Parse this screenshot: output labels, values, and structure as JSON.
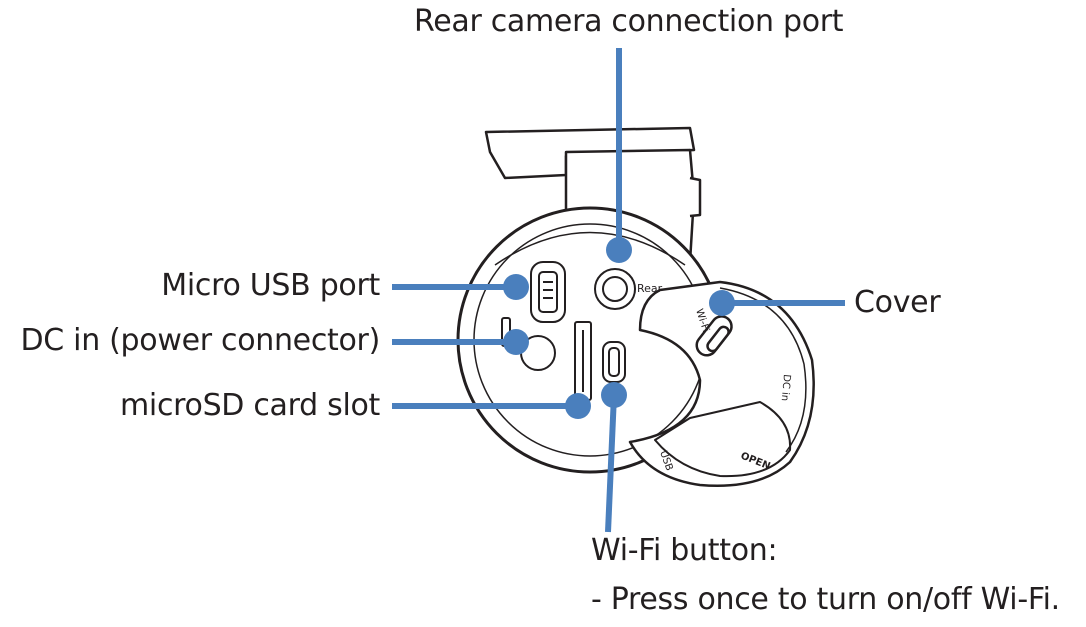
{
  "labels": {
    "rear_port": "Rear camera connection port",
    "micro_usb": "Micro USB port",
    "dc_in": "DC in (power connector)",
    "microsd": "microSD card slot",
    "cover": "Cover",
    "wifi_button": "Wi-Fi  button:",
    "wifi_note": "-  Press once to turn on/off Wi-Fi."
  },
  "device_text": {
    "rear": "Rear",
    "wifi": "Wi-Fi",
    "dc_in": "DC in",
    "usb": "USB",
    "open": "OPEN"
  },
  "colors": {
    "callout": "#4a7fbd",
    "outline": "#231f20"
  }
}
